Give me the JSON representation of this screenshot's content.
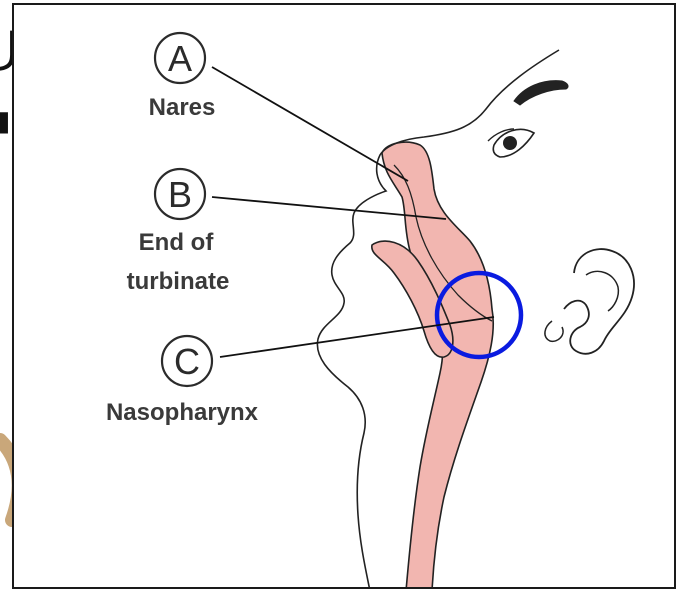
{
  "diagram": {
    "labels": [
      {
        "letter": "A",
        "text_lines": [
          "Nares"
        ]
      },
      {
        "letter": "B",
        "text_lines": [
          "End of",
          "turbinate"
        ]
      },
      {
        "letter": "C",
        "text_lines": [
          "Nasopharynx"
        ]
      }
    ],
    "highlight": {
      "shape": "circle",
      "color": "#0a1be0"
    },
    "airway_color": "#f2b6b0"
  },
  "background": {
    "glyphs": [
      "ل",
      "■",
      "r"
    ]
  }
}
